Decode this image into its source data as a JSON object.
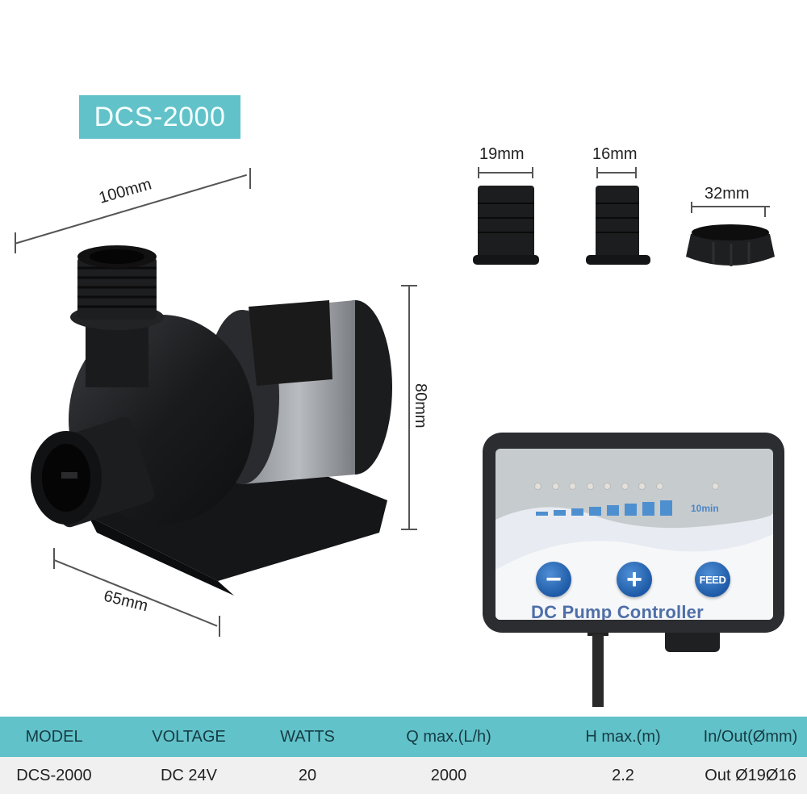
{
  "badge": {
    "model": "DCS-2000"
  },
  "dimensions": {
    "length": "100mm",
    "height": "80mm",
    "width": "65mm"
  },
  "accessories": [
    {
      "name": "hose-adapter-19",
      "label": "19mm"
    },
    {
      "name": "hose-adapter-16",
      "label": "16mm"
    },
    {
      "name": "union-nut-32",
      "label": "32mm"
    }
  ],
  "controller": {
    "title": "DC Pump Controller",
    "timer_label": "10min",
    "led_count": 8,
    "bar_heights": [
      5,
      7,
      9,
      11,
      13,
      15,
      17,
      19
    ],
    "buttons": {
      "minus": "−",
      "plus": "+",
      "feed": "FEED"
    },
    "colors": {
      "button": "#2366b3",
      "bars": "#4e8fd0",
      "text": "#4e6fa8",
      "housing": "#2b2d30"
    }
  },
  "spec_table": {
    "headers": [
      "MODEL",
      "VOLTAGE",
      "WATTS",
      "Q max.(L/h)",
      "H max.(m)",
      "In/Out(Ømm)"
    ],
    "rows": [
      [
        "DCS-2000",
        "DC 24V",
        "20",
        "2000",
        "2.2",
        "Out Ø19Ø16"
      ]
    ],
    "colors": {
      "header_bg": "#62c2c9",
      "row_bg": "#f0f0f0"
    }
  }
}
